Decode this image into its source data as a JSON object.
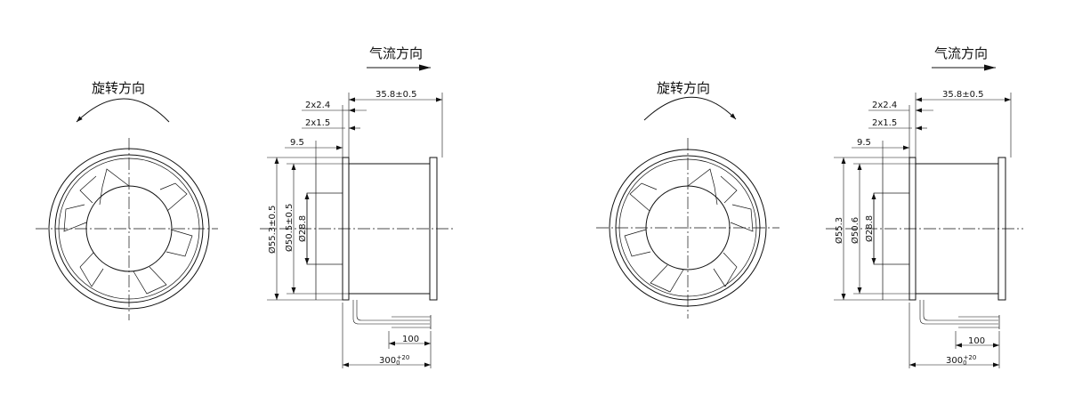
{
  "views": [
    {
      "rotation_label": "旋转方向",
      "airflow_label": "气流方向",
      "dims": {
        "length": "35.8±0.5",
        "flange_a": "2x2.4",
        "flange_b": "2x1.5",
        "inlet": "9.5",
        "outer_dia": "Ø55.3±0.5",
        "inner_dia": "Ø50.5±0.5",
        "hub_dia": "Ø28.8",
        "lead_short": "100",
        "lead_long": "300",
        "lead_long_sub": "0",
        "lead_long_sup": "+20"
      }
    },
    {
      "rotation_label": "旋转方向",
      "airflow_label": "气流方向",
      "dims": {
        "length": "35.8±0.5",
        "flange_a": "2x2.4",
        "flange_b": "2x1.5",
        "inlet": "9.5",
        "outer_dia": "Ø55.3",
        "inner_dia": "Ø50.6",
        "hub_dia": "Ø28.8",
        "lead_short": "100",
        "lead_long": "300",
        "lead_long_sub": "0",
        "lead_long_sup": "+20"
      }
    }
  ]
}
